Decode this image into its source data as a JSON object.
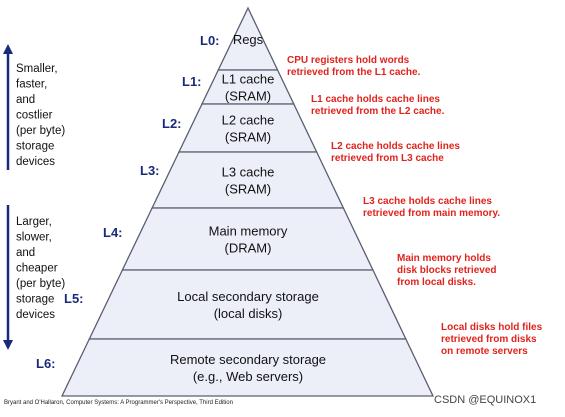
{
  "levels": [
    {
      "id": "L0:",
      "lines": [
        "Regs"
      ],
      "note": [
        "CPU registers hold words",
        "retrieved from the L1 cache."
      ]
    },
    {
      "id": "L1:",
      "lines": [
        "L1 cache",
        "(SRAM)"
      ],
      "note": [
        "L1 cache holds cache lines",
        "retrieved from the L2 cache."
      ]
    },
    {
      "id": "L2:",
      "lines": [
        "L2 cache",
        "(SRAM)"
      ],
      "note": [
        "L2 cache holds cache lines",
        "retrieved from L3 cache"
      ]
    },
    {
      "id": "L3:",
      "lines": [
        "L3 cache",
        "(SRAM)"
      ],
      "note": [
        "L3 cache holds cache lines",
        "retrieved from main memory."
      ]
    },
    {
      "id": "L4:",
      "lines": [
        "Main memory",
        "(DRAM)"
      ],
      "note": [
        "Main memory holds",
        "disk blocks retrieved",
        "from local disks."
      ]
    },
    {
      "id": "L5:",
      "lines": [
        "Local secondary storage",
        "(local disks)"
      ],
      "note": [
        "Local disks hold files",
        "retrieved from disks",
        "on remote servers"
      ]
    },
    {
      "id": "L6:",
      "lines": [
        "Remote secondary storage",
        "(e.g., Web servers)"
      ],
      "note": []
    }
  ],
  "side_top": [
    "Smaller,",
    "faster,",
    "and",
    "costlier",
    "(per byte)",
    "storage",
    "devices"
  ],
  "side_bottom": [
    "Larger,",
    "slower,",
    "and",
    "cheaper",
    "(per byte)",
    "storage",
    "devices"
  ],
  "citation": "Bryant and O'Hallaron, Computer Systems: A Programmer's Perspective, Third Edition",
  "watermark": "CSDN @EQUINOX1",
  "colors": {
    "tier_fill": "#eceef8",
    "outline": "#5a5e70",
    "level_label": "#1a2a7a",
    "note": "#e0231c",
    "arrow": "#1a2a7a"
  }
}
